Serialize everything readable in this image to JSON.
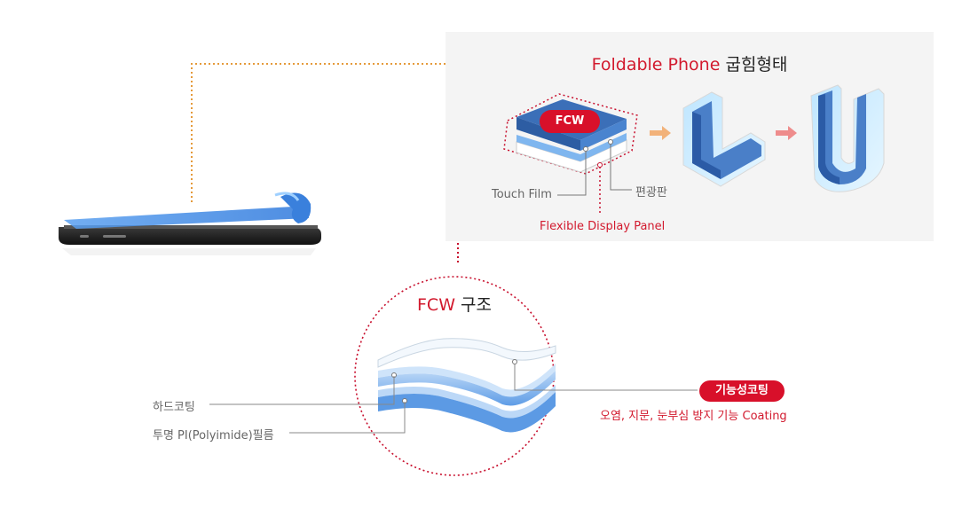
{
  "fold_title": {
    "en": "Foldable Phone",
    "ko": "굽힘형태"
  },
  "fcw_badge": "FCW",
  "labels": {
    "touch_film": "Touch Film",
    "polarizer": "편광판",
    "flexible_display": "Flexible Display Panel"
  },
  "structure_title": {
    "en": "FCW",
    "ko": "구조"
  },
  "layers": {
    "hard_coating": "하드코팅",
    "pi_film": "투명 PI(Polyimide)필름"
  },
  "function_badge": "기능성코팅",
  "function_desc": "오염, 지문, 눈부심 방지 기능 Coating",
  "colors": {
    "accent_red": "#d21a2e",
    "film_blue": "#3b7fd8",
    "dotted_orange": "#e59a3a",
    "panel_bg": "#f4f4f4"
  }
}
